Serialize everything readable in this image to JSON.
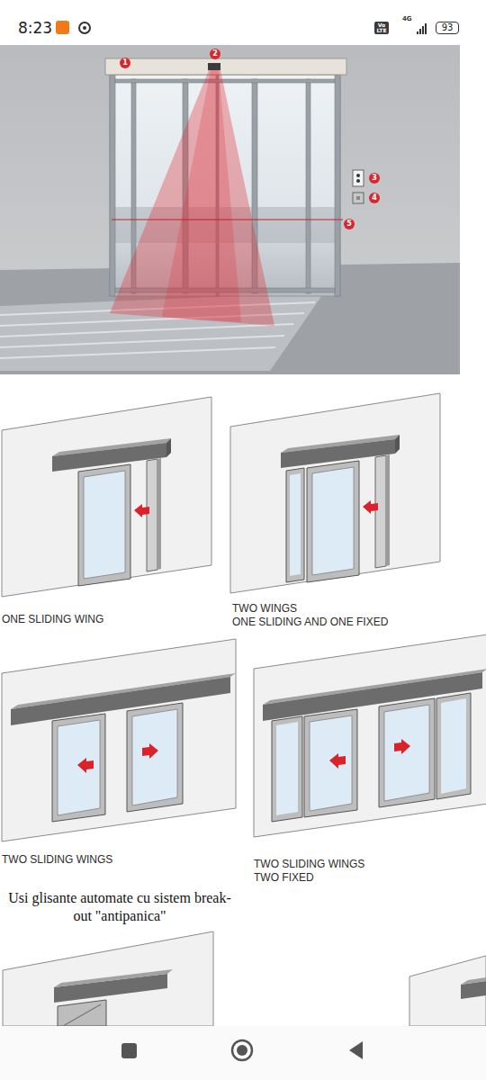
{
  "diagram": {
    "nodes": [
      {
        "text": [
          "Vo LTE"
        ]
      },
      {
        "text": [
          "93"
        ]
      },
      {
        "text": [
          "1"
        ]
      },
      {
        "text": [
          "2"
        ]
      },
      {
        "text": [
          "3"
        ]
      },
      {
        "text": [
          "4"
        ]
      },
      {
        "text": [
          "5"
        ]
      }
    ],
    "labels": [
      "8:23",
      "4G",
      "ONE SLIDING WING",
      "TWO WINGS",
      "ONE SLIDING AND ONE FIXED",
      "TWO SLIDING WINGS",
      "TWO SLIDING WINGS",
      "TWO FIXED",
      "Usi glisante automate cu sistem break-out \"antipanica\""
    ]
  }
}
